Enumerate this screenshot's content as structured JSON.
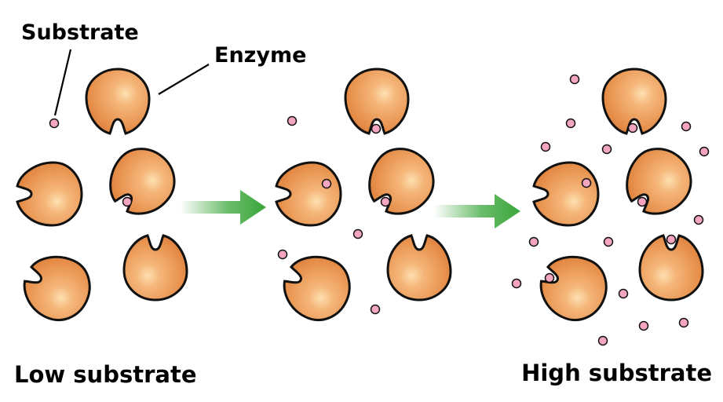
{
  "labels": {
    "substrate": "Substrate",
    "enzyme": "Enzyme",
    "low_substrate": "Low substrate",
    "high_substrate": "High substrate"
  },
  "colors": {
    "enzyme_body": "#e8934f",
    "enzyme_light": "#fde0b0",
    "enzyme_outline": "#111111",
    "substrate": "#f4a6c0",
    "arrow_green": "#3aa63a",
    "arrow_fade": "#ffffff"
  }
}
